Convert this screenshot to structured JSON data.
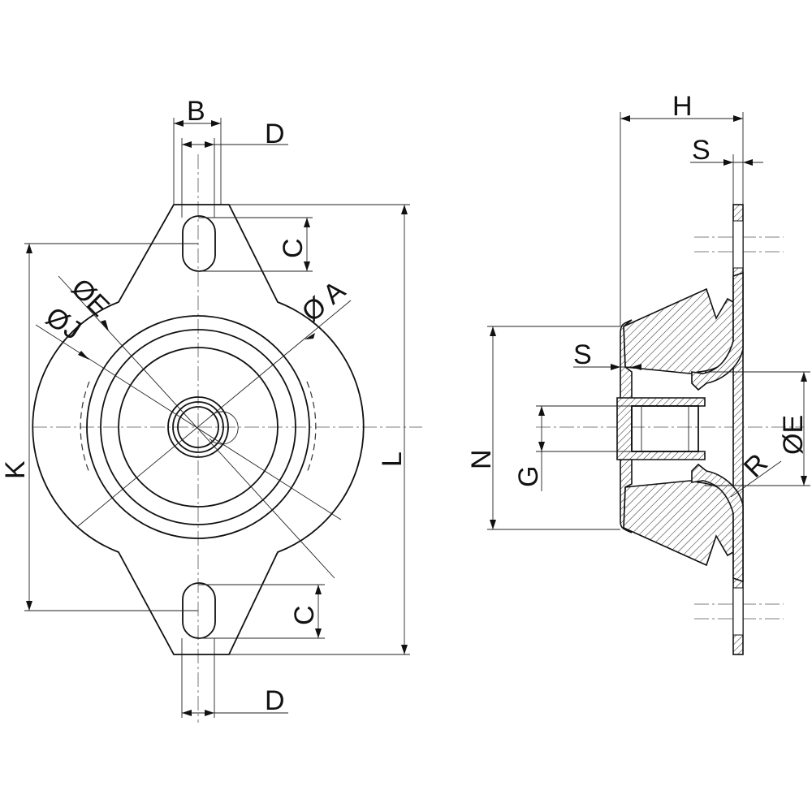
{
  "labels": {
    "B": "B",
    "D_top": "D",
    "D_bottom": "D",
    "C_top": "C",
    "C_bottom": "C",
    "phiE": "ØE",
    "phiJ": "ØJ",
    "phiA": "Ø A",
    "K": "K",
    "L": "L",
    "H": "H",
    "S_top": "S",
    "S_side": "S",
    "N": "N",
    "G": "G",
    "R": "R",
    "phiE_side": "ØE"
  },
  "colors": {
    "line": "#111111",
    "background": "#ffffff"
  }
}
